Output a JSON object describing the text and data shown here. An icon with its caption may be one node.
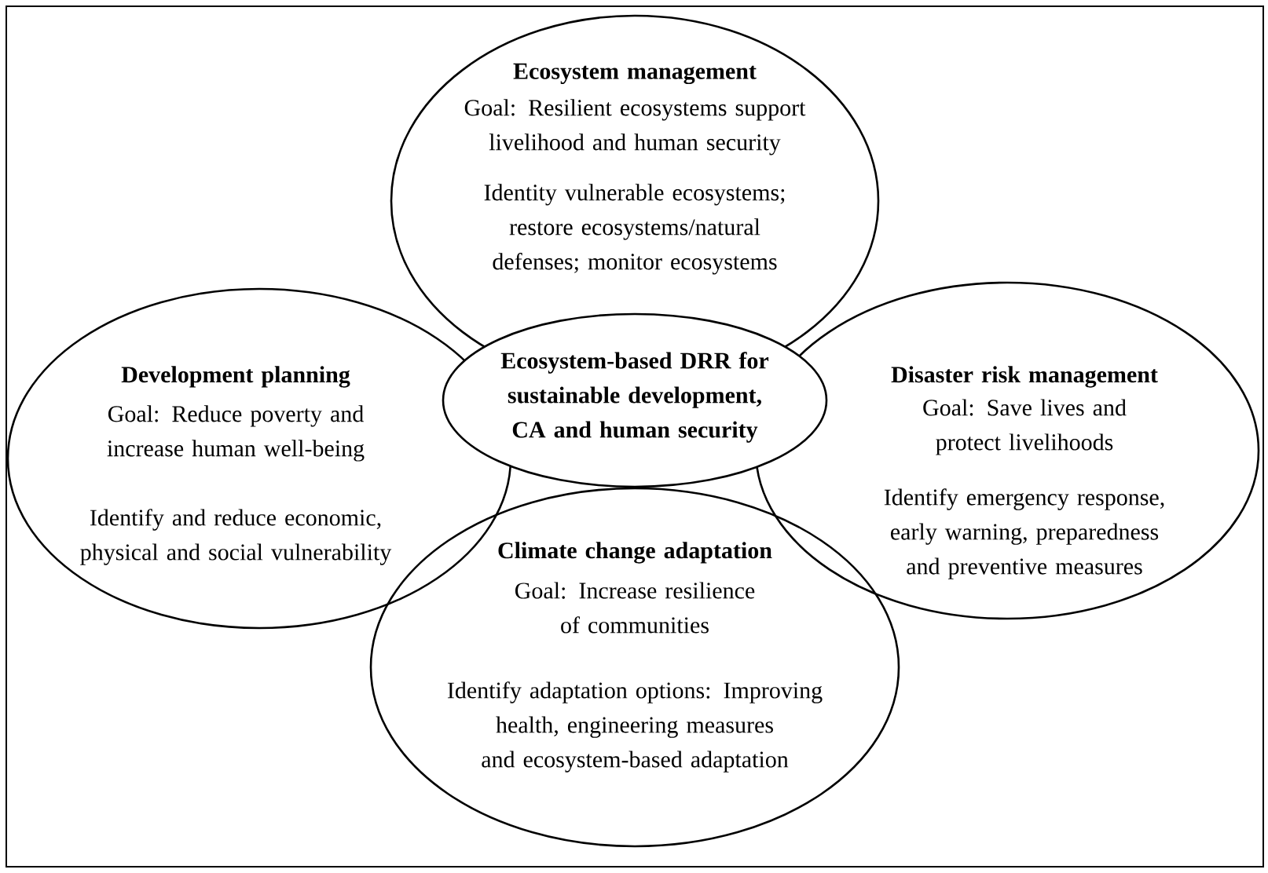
{
  "diagram": {
    "nodes": [
      {
        "text": [
          "Ecosystem management",
          "Goal: Resilient ecosystems support livelihood and human security",
          "Identity vulnerable ecosystems; restore ecosystems/natural defenses; monitor ecosystems"
        ]
      },
      {
        "text": [
          "Development planning",
          "Goal: Reduce poverty and increase human well-being",
          "Identify and reduce economic, physical and social vulnerability"
        ]
      },
      {
        "text": [
          "Disaster risk management",
          "Goal: Save lives and protect livelihoods",
          "Identify emergency response, early warning, preparedness and preventive measures"
        ]
      },
      {
        "text": [
          "Climate change adaptation",
          "Goal: Increase resilience of communities",
          "Identify adaptation options: Improving health, engineering measures and ecosystem-based adaptation"
        ]
      },
      {
        "text": [
          "Ecosystem-based DRR for sustainable development, CA and human security"
        ]
      }
    ]
  }
}
